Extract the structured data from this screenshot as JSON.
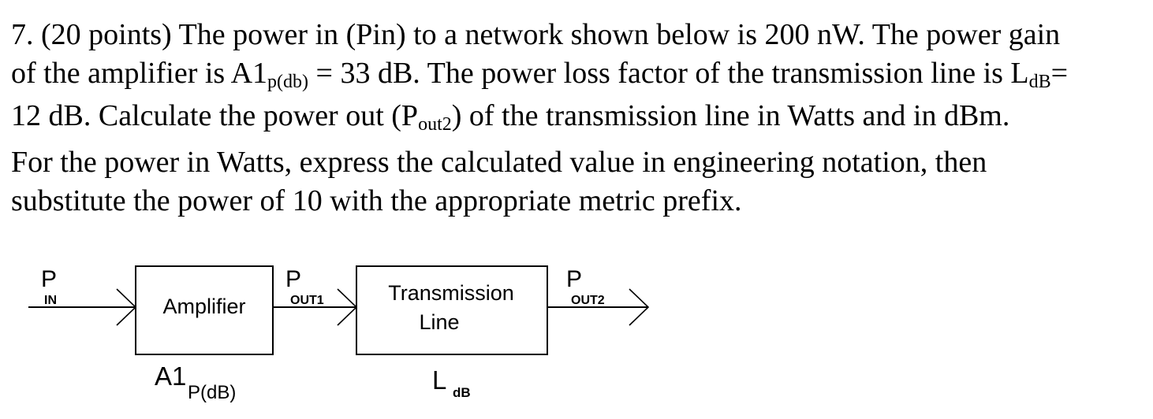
{
  "problem": {
    "line1": "7. (20 points) The power in (Pin) to a network shown below is 200 nW. The power gain",
    "line2_pre": "of the amplifier is A1",
    "line2_sub": "p(db)",
    "line2_mid": " = 33 dB. The power loss factor of the transmission line is L",
    "line2_sub2": "dB",
    "line2_post": "=",
    "line3_pre": "12 dB. Calculate the power out (P",
    "line3_sub": "out2",
    "line3_post": ") of the transmission line in Watts and in dBm."
  },
  "instructions": {
    "line1": "For the power in Watts, express the calculated value in engineering notation, then",
    "line2": "substitute the power of 10 with the appropriate metric prefix."
  },
  "diagram": {
    "pin_main": "P",
    "pin_sub": "IN",
    "amplifier_label": "Amplifier",
    "pout1_main": "P",
    "pout1_sub": "OUT1",
    "tline_label_1": "Transmission",
    "tline_label_2": "Line",
    "pout2_main": "P",
    "pout2_sub": "OUT2",
    "a1_main": "A1",
    "a1_sub": "P(dB)",
    "ldb_main": "L",
    "ldb_sub": "dB"
  }
}
